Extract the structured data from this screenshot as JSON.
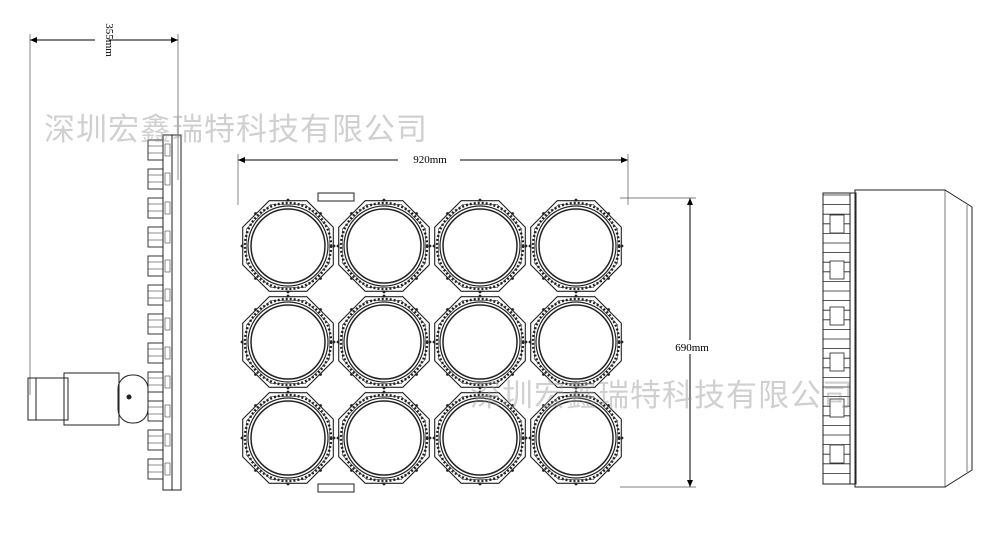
{
  "dimensions": {
    "depth": "355mm",
    "width": "920mm",
    "height": "690mm"
  },
  "watermarks": {
    "top_left": "深圳宏鑫瑞特科技有限公司",
    "bottom_right": "深圳宏鑫瑞特科技有限公司"
  },
  "front_view": {
    "rows": 3,
    "cols": 4
  }
}
